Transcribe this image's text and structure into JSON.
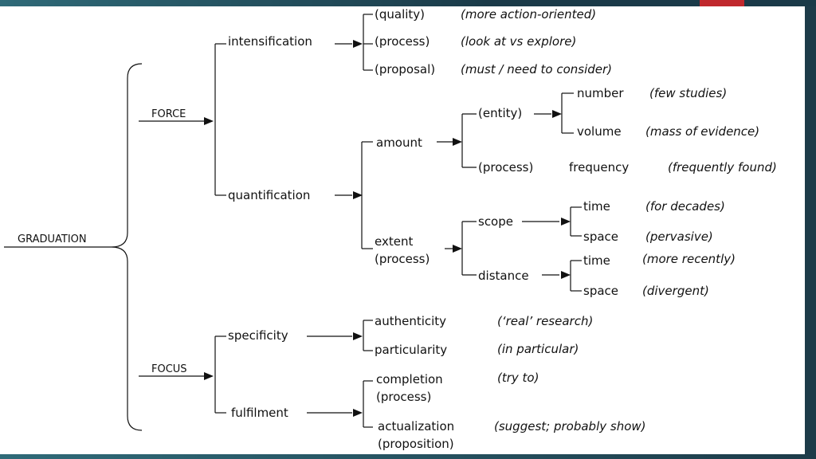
{
  "diagram": {
    "root": "GRADUATION",
    "force": "FORCE",
    "focus": "FOCUS",
    "intensification": "intensification",
    "quality": "(quality)",
    "quality_ex": "(more action-oriented)",
    "process": "(process)",
    "process_ex": "(look at vs explore)",
    "proposal": "(proposal)",
    "proposal_ex": "(must / need to consider)",
    "quantification": "quantification",
    "amount": "amount",
    "entity": "(entity)",
    "number": "number",
    "number_ex": "(few studies)",
    "volume": "volume",
    "volume_ex": "(mass of evidence)",
    "amount_process": "(process)",
    "frequency": "frequency",
    "frequency_ex": "(frequently found)",
    "extent": "extent",
    "extent_process": "(process)",
    "scope": "scope",
    "scope_time": "time",
    "scope_time_ex": "(for decades)",
    "scope_space": "space",
    "scope_space_ex": "(pervasive)",
    "distance": "distance",
    "distance_time": "time",
    "distance_time_ex": "(more recently)",
    "distance_space": "space",
    "distance_space_ex": "(divergent)",
    "specificity": "specificity",
    "authenticity": "authenticity",
    "authenticity_ex": "(‘real’ research)",
    "particularity": "particularity",
    "particularity_ex": "(in particular)",
    "fulfilment": "fulfilment",
    "completion": "completion",
    "completion_process": "(process)",
    "completion_ex": "(try to)",
    "actualization": "actualization",
    "actualization_proposition": "(proposition)",
    "actualization_ex": "(suggest; probably show)"
  }
}
